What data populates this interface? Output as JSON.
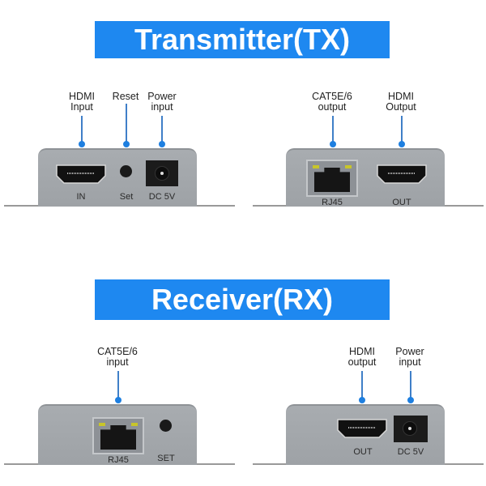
{
  "transmitter": {
    "title": "Transmitter(TX)",
    "left_panel": {
      "callouts": [
        "HDMI\nInput",
        "Reset",
        "Power\ninput"
      ],
      "port_labels": [
        "IN",
        "Set",
        "DC 5V"
      ]
    },
    "right_panel": {
      "callouts": [
        "CAT5E/6\noutput",
        "HDMI\nOutput"
      ],
      "port_labels": [
        "RJ45",
        "OUT"
      ]
    }
  },
  "receiver": {
    "title": "Receiver(RX)",
    "left_panel": {
      "callouts": [
        "CAT5E/6\ninput"
      ],
      "port_labels": [
        "RJ45",
        "SET"
      ]
    },
    "right_panel": {
      "callouts": [
        "HDMI\noutput",
        "Power\ninput"
      ],
      "port_labels": [
        "OUT",
        "DC 5V"
      ]
    }
  },
  "colors": {
    "banner": "#1e88f0",
    "callout_dot": "#1e7fe0",
    "device_body": "#a8acb0"
  }
}
